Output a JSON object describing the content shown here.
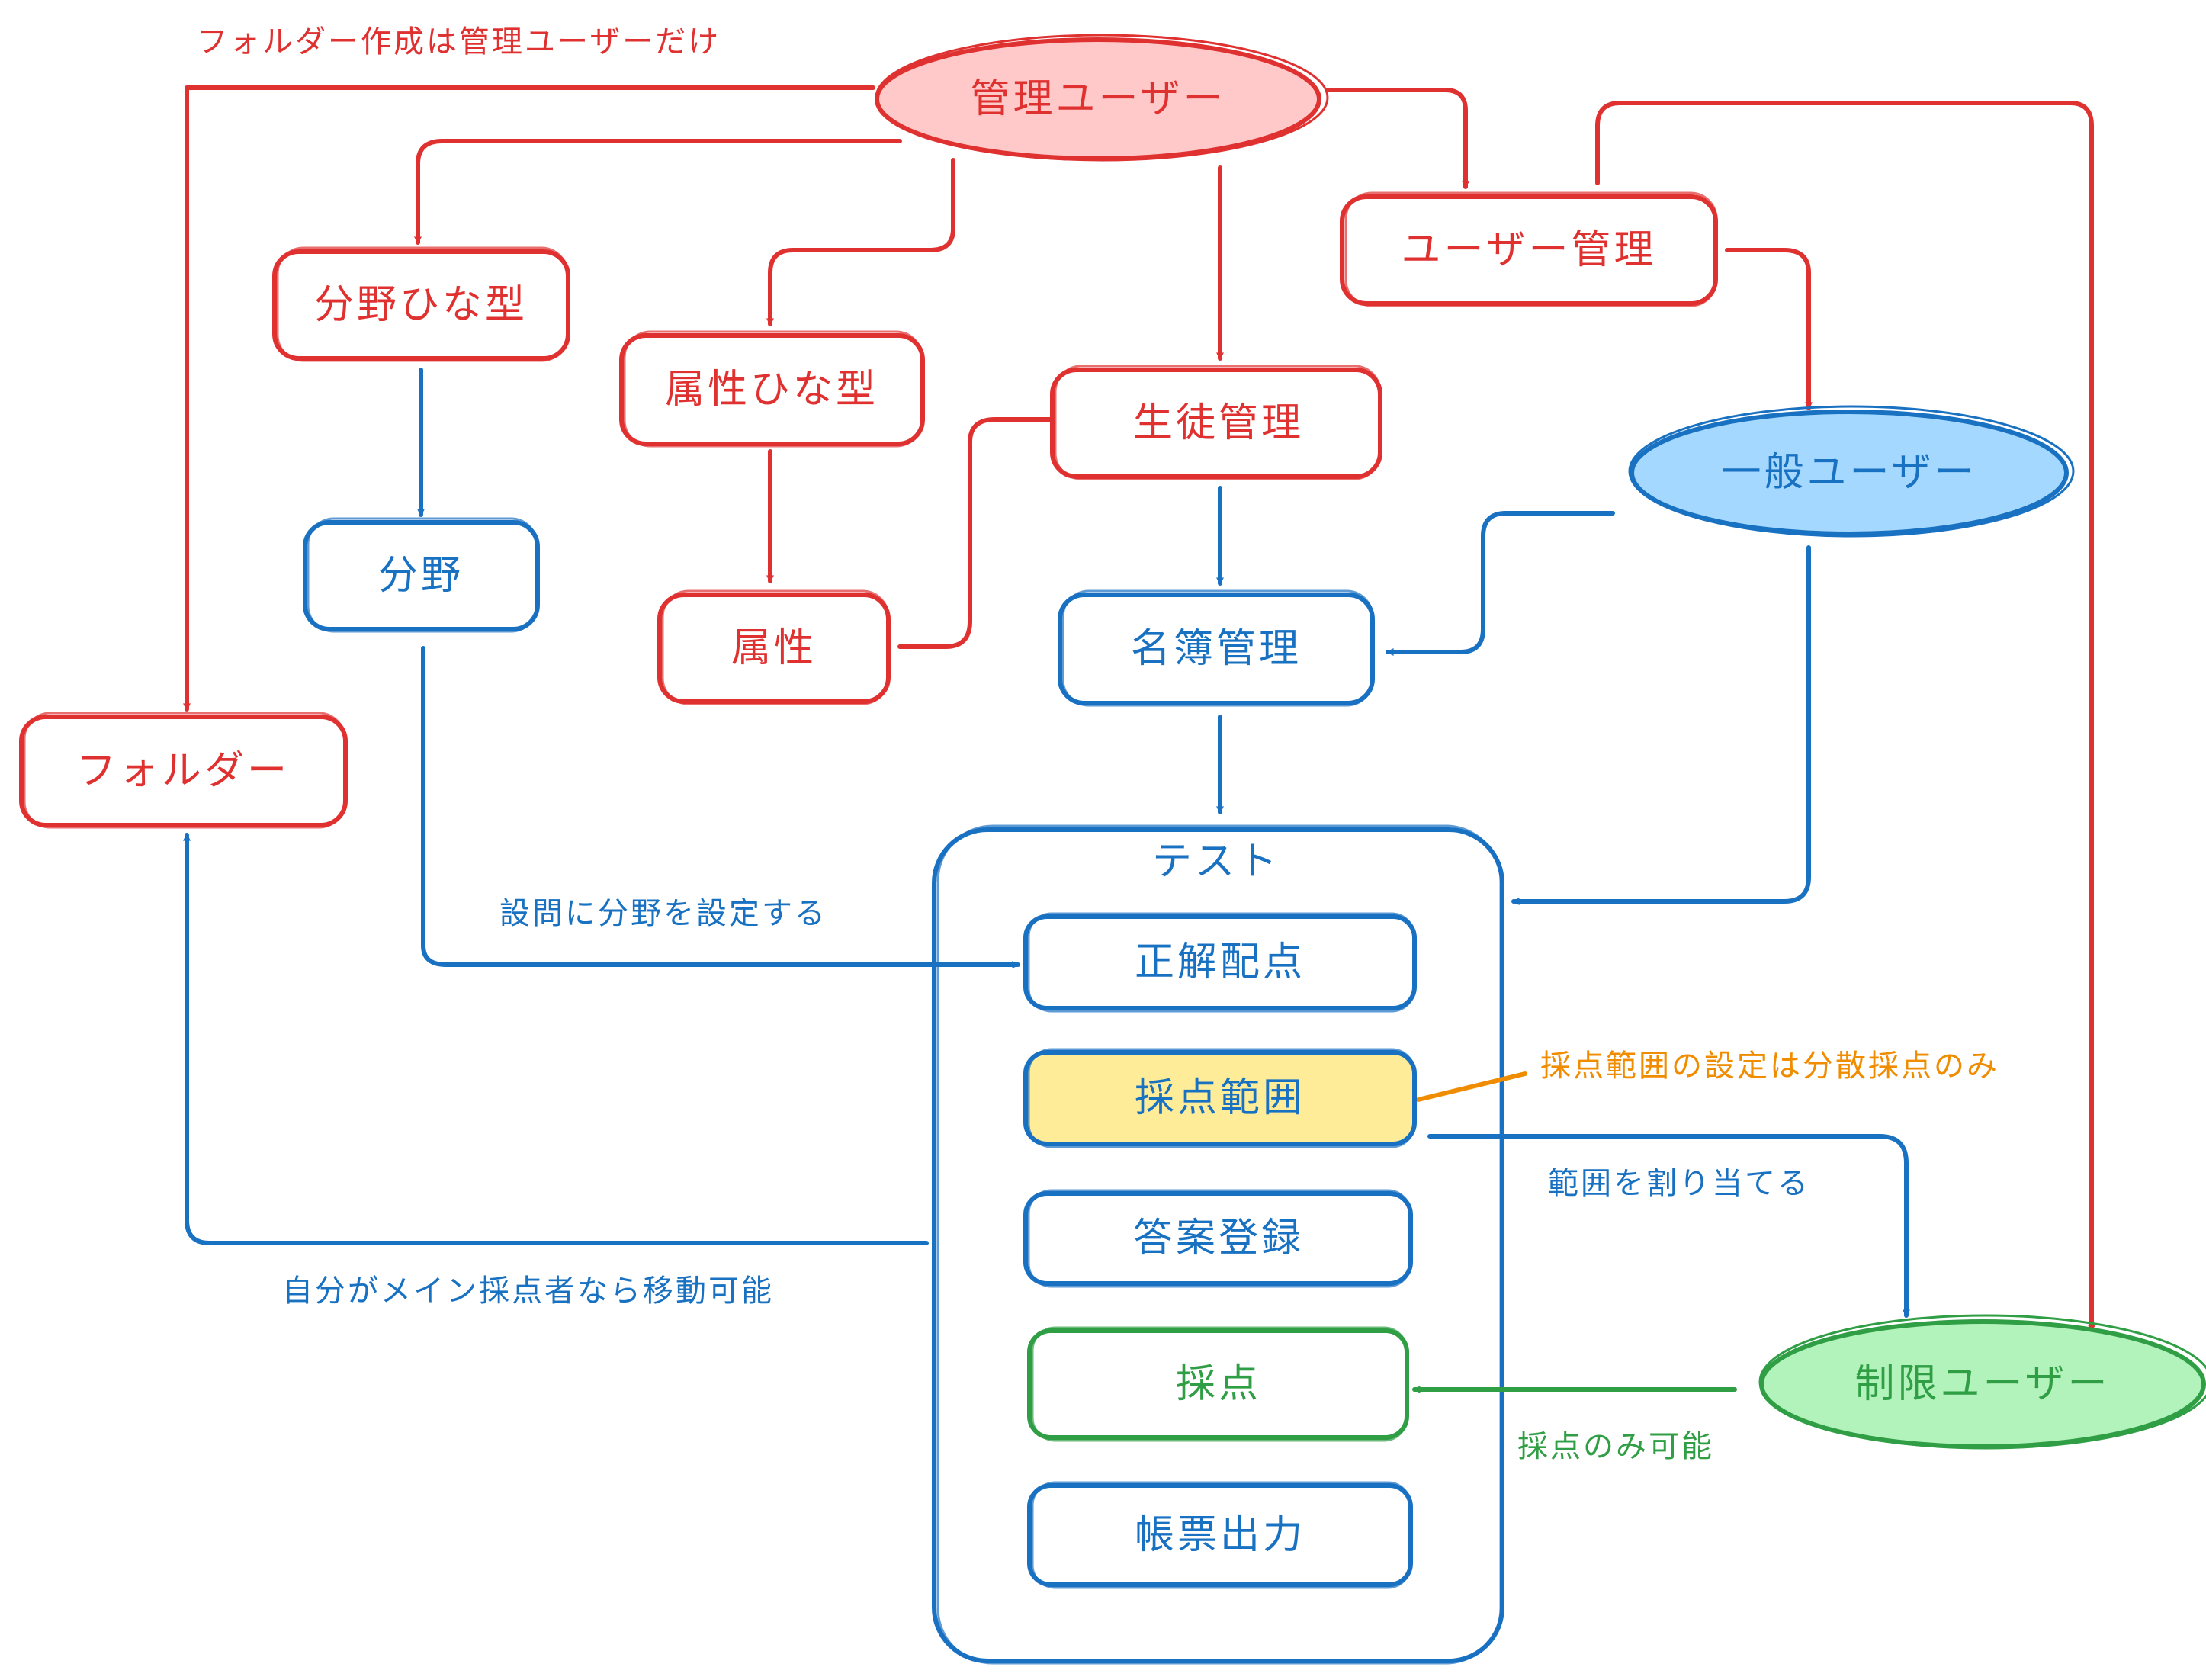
{
  "nodes": {
    "admin_user": "管理ユーザー",
    "user_management": "ユーザー管理",
    "general_user": "一般ユーザー",
    "restricted_user": "制限ユーザー",
    "field_template": "分野ひな型",
    "field": "分野",
    "attribute_template": "属性ひな型",
    "attribute": "属性",
    "student_management": "生徒管理",
    "roster_management": "名簿管理",
    "folder": "フォルダー",
    "test": "テスト",
    "answer_points": "正解配点",
    "grading_range": "採点範囲",
    "answer_registration": "答案登録",
    "grading": "採点",
    "report_output": "帳票出力"
  },
  "edge_labels": {
    "folder_admin_only": "フォルダー作成は管理ユーザーだけ",
    "set_field_to_question": "設問に分野を設定する",
    "assign_range": "範囲を割り当てる",
    "move_if_main_grader": "自分がメイン採点者なら移動可能",
    "grading_only": "採点のみ可能"
  },
  "annotations": {
    "grading_range_note": "採点範囲の設定は分散採点のみ"
  },
  "colors": {
    "red": "#e03131",
    "blue": "#1971c2",
    "green": "#2f9e44",
    "orange": "#f08c00",
    "admin_fill": "#ffc9c9",
    "general_fill": "#a5d8ff",
    "restricted_fill": "#b2f2bb",
    "highlight_fill": "#ffec99"
  }
}
